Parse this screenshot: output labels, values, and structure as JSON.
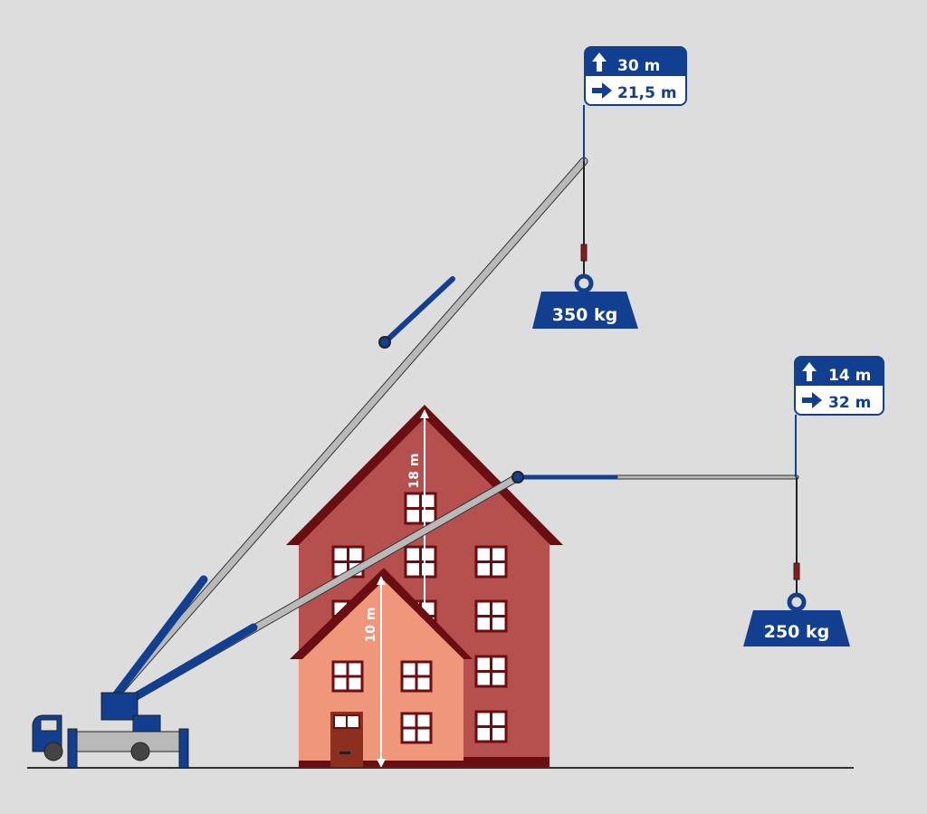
{
  "colors": {
    "background": "#dcdddc",
    "brand_blue": "#123f8f",
    "building_main": "#b5504e",
    "roof": "#6a0e12",
    "house_small": "#f0977b",
    "door": "#8c2f1f",
    "boom_grey": "#b9b9b9"
  },
  "boom_high": {
    "height_label": "30 m",
    "reach_label": "21,5 m",
    "load_label": "350 kg",
    "height_icon": "arrow-up-icon",
    "reach_icon": "arrow-right-icon"
  },
  "boom_low": {
    "height_label": "14 m",
    "reach_label": "32 m",
    "load_label": "250 kg",
    "height_icon": "arrow-up-icon",
    "reach_icon": "arrow-right-icon"
  },
  "dimensions": {
    "tall_building": "18 m",
    "small_house": "10 m"
  }
}
